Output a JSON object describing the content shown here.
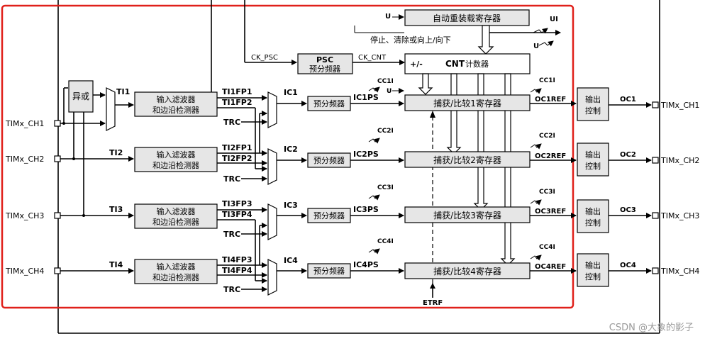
{
  "registers": {
    "auto_reload": "自动重装载寄存器",
    "cnt_label": "CNT",
    "cnt_sub": "计数器",
    "plus_minus": "+/-",
    "psc_label": "PSC",
    "psc_sub": "预分频器",
    "stop_clear": "停止、清除或向上/向下"
  },
  "signals": {
    "u": "U",
    "ui": "UI",
    "ck_psc": "CK_PSC",
    "ck_cnt": "CK_CNT",
    "etrf": "ETRF",
    "xor": "异或",
    "trc": "TRC"
  },
  "inputs": [
    "TIMx_CH1",
    "TIMx_CH2",
    "TIMx_CH3",
    "TIMx_CH4"
  ],
  "outputs": [
    "TIMx_CH1",
    "TIMx_CH2",
    "TIMx_CH3",
    "TIMx_CH4"
  ],
  "channels": [
    {
      "ti": "TI1",
      "filter1": "输入滤波器",
      "filter2": "和边沿检测器",
      "fp_a": "TI1FP1",
      "fp_b": "TI1FP2",
      "ic": "IC1",
      "presc": "预分频器",
      "icps": "IC1PS",
      "ccr": "捕获/比较1寄存器",
      "cci": "CC1I",
      "ccout": "CC1I",
      "ocref": "OC1REF",
      "outc1": "输出",
      "outc2": "控制",
      "oc": "OC1"
    },
    {
      "ti": "TI2",
      "filter1": "输入滤波器",
      "filter2": "和边沿检测器",
      "fp_a": "TI2FP1",
      "fp_b": "TI2FP2",
      "ic": "IC2",
      "presc": "预分频器",
      "icps": "IC2PS",
      "ccr": "捕获/比较2寄存器",
      "cci": "CC2I",
      "ccout": "CC2I",
      "ocref": "OC2REF",
      "outc1": "输出",
      "outc2": "控制",
      "oc": "OC2"
    },
    {
      "ti": "TI3",
      "filter1": "输入滤波器",
      "filter2": "和边沿检测器",
      "fp_a": "TI3FP3",
      "fp_b": "TI3FP4",
      "ic": "IC3",
      "presc": "预分频器",
      "icps": "IC3PS",
      "ccr": "捕获/比较3寄存器",
      "cci": "CC3I",
      "ccout": "CC3I",
      "ocref": "OC3REF",
      "outc1": "输出",
      "outc2": "控制",
      "oc": "OC3"
    },
    {
      "ti": "TI4",
      "filter1": "输入滤波器",
      "filter2": "和边沿检测器",
      "fp_a": "TI4FP3",
      "fp_b": "TI4FP4",
      "ic": "IC4",
      "presc": "预分频器",
      "icps": "IC4PS",
      "ccr": "捕获/比较4寄存器",
      "cci": "CC4I",
      "ccout": "CC4I",
      "ocref": "OC4REF",
      "outc1": "输出",
      "outc2": "控制",
      "oc": "OC4"
    }
  ],
  "watermark": "CSDN @大象的影子",
  "colors": {
    "highlight": "#e0201a",
    "block_fill": "#e6e6e6"
  }
}
